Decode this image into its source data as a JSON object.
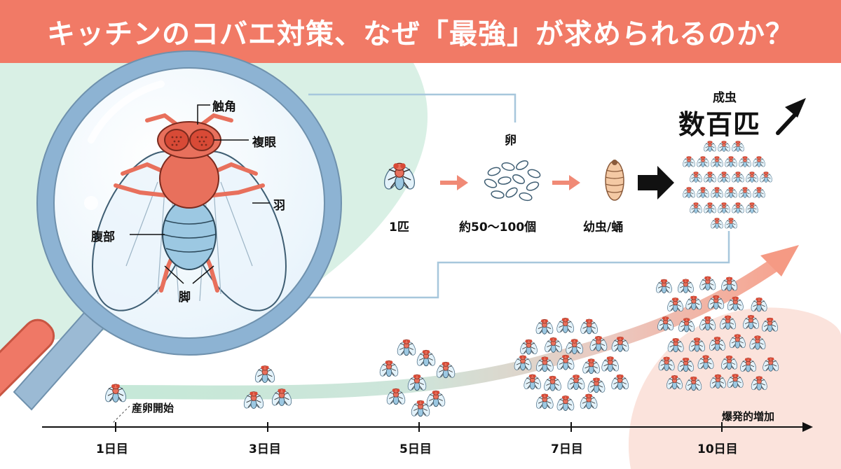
{
  "title": "キッチンのコバエ対策、なぜ「最強」が求められるのか？",
  "colors": {
    "banner": "#f17a66",
    "fly_body": "#e8705c",
    "fly_abdomen": "#9cc8e2",
    "lens": "#8db3d3",
    "handle": "#ef7866",
    "mint": "#d6efe4",
    "growth": "#f4a896"
  },
  "anatomy": {
    "antenna": "触角",
    "compound_eye": "複眼",
    "wing": "羽",
    "abdomen": "腹部",
    "leg": "脚"
  },
  "life_cycle": {
    "stage1_label": "1匹",
    "egg_label": "卵",
    "egg_count": "約50〜100個",
    "larva_label": "幼虫/蛹",
    "adult_label": "成虫",
    "adult_count": "数百匹"
  },
  "timeline": {
    "start_note": "産卵開始",
    "end_note": "爆発的増加",
    "days": [
      {
        "label": "1日目"
      },
      {
        "label": "3日目"
      },
      {
        "label": "5日目"
      },
      {
        "label": "7日目"
      },
      {
        "label": "10日目"
      }
    ]
  }
}
